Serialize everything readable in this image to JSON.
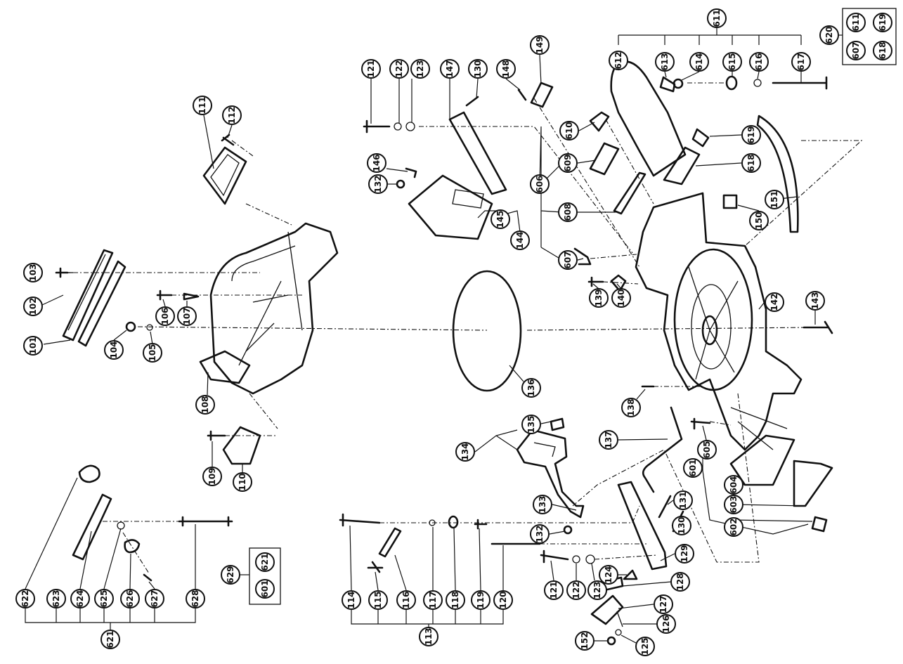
{
  "diagram": {
    "callouts": {
      "c101": "101",
      "c102": "102",
      "c103": "103",
      "c104": "104",
      "c105": "105",
      "c106": "106",
      "c107": "107",
      "c108": "108",
      "c109": "109",
      "c110": "110",
      "c111": "111",
      "c112": "112",
      "c113": "113",
      "c114": "114",
      "c115": "115",
      "c116": "116",
      "c117": "117",
      "c118": "118",
      "c119": "119",
      "c120": "120",
      "c121a": "121",
      "c121b": "121",
      "c122a": "122",
      "c122b": "122",
      "c123a": "123",
      "c123b": "123",
      "c124": "124",
      "c125": "125",
      "c126": "126",
      "c127": "127",
      "c128": "128",
      "c129": "129",
      "c130a": "130",
      "c130b": "130",
      "c131": "131",
      "c132a": "132",
      "c132b": "132",
      "c133": "133",
      "c134": "134",
      "c135": "135",
      "c136": "136",
      "c137": "137",
      "c138": "138",
      "c139": "139",
      "c140": "140",
      "c142": "142",
      "c143": "143",
      "c144": "144",
      "c145": "145",
      "c146": "146",
      "c147": "147",
      "c148": "148",
      "c149": "149",
      "c150": "150",
      "c151": "151",
      "c152": "152",
      "c601": "601",
      "c602": "602",
      "c603": "603",
      "c604": "604",
      "c605": "605",
      "c606": "606",
      "c607": "607",
      "c608": "608",
      "c609": "609",
      "c610": "610",
      "c611": "611",
      "c612": "612",
      "c613": "613",
      "c614": "614",
      "c615": "615",
      "c616": "616",
      "c617": "617",
      "c618": "618",
      "c619": "619",
      "c620": "620",
      "c621": "621",
      "c622": "622",
      "c623": "623",
      "c624": "624",
      "c625": "625",
      "c626": "626",
      "c627": "627",
      "c628": "628",
      "c629": "629"
    },
    "box620": {
      "a": "607",
      "b": "611",
      "c": "619",
      "d": "618"
    },
    "box629": {
      "a": "601",
      "b": "621"
    }
  }
}
